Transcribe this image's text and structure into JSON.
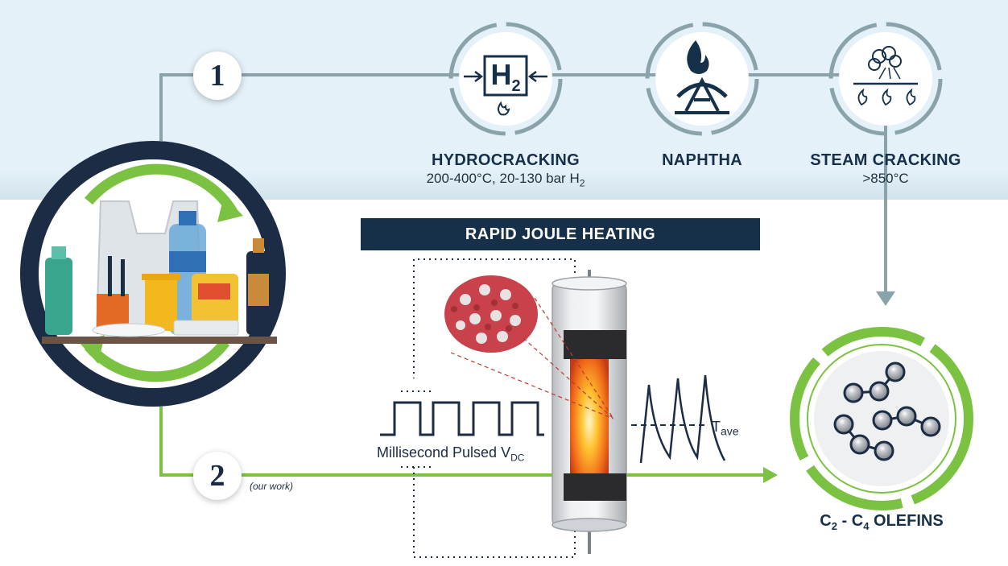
{
  "badges": {
    "route1": "1",
    "route2": "2"
  },
  "our_work": "(our work)",
  "steps": {
    "hydrocracking": {
      "title": "HYDROCRACKING",
      "sub_a": "200-400°C,  20-130 bar H",
      "sub_sub": "2"
    },
    "naphtha": {
      "title": "NAPHTHA"
    },
    "steam_cracking": {
      "title": "STEAM CRACKING",
      "sub": ">850°C"
    }
  },
  "h2_icon": {
    "main": "H",
    "sub": "2"
  },
  "banner": "RAPID JOULE HEATING",
  "pulse_label": {
    "main": "Millisecond Pulsed V",
    "sub": "DC"
  },
  "temp_label": {
    "main": "T",
    "sub": "ave"
  },
  "product": {
    "c2": "C",
    "c2_sub": "2",
    "dash": " - ",
    "c4": "C",
    "c4_sub": "4",
    "rest": " OLEFINS"
  },
  "colors": {
    "band": "#e3f0f7",
    "navy": "#17304a",
    "green": "#7cc242",
    "gray_line": "#8aa3ab"
  }
}
